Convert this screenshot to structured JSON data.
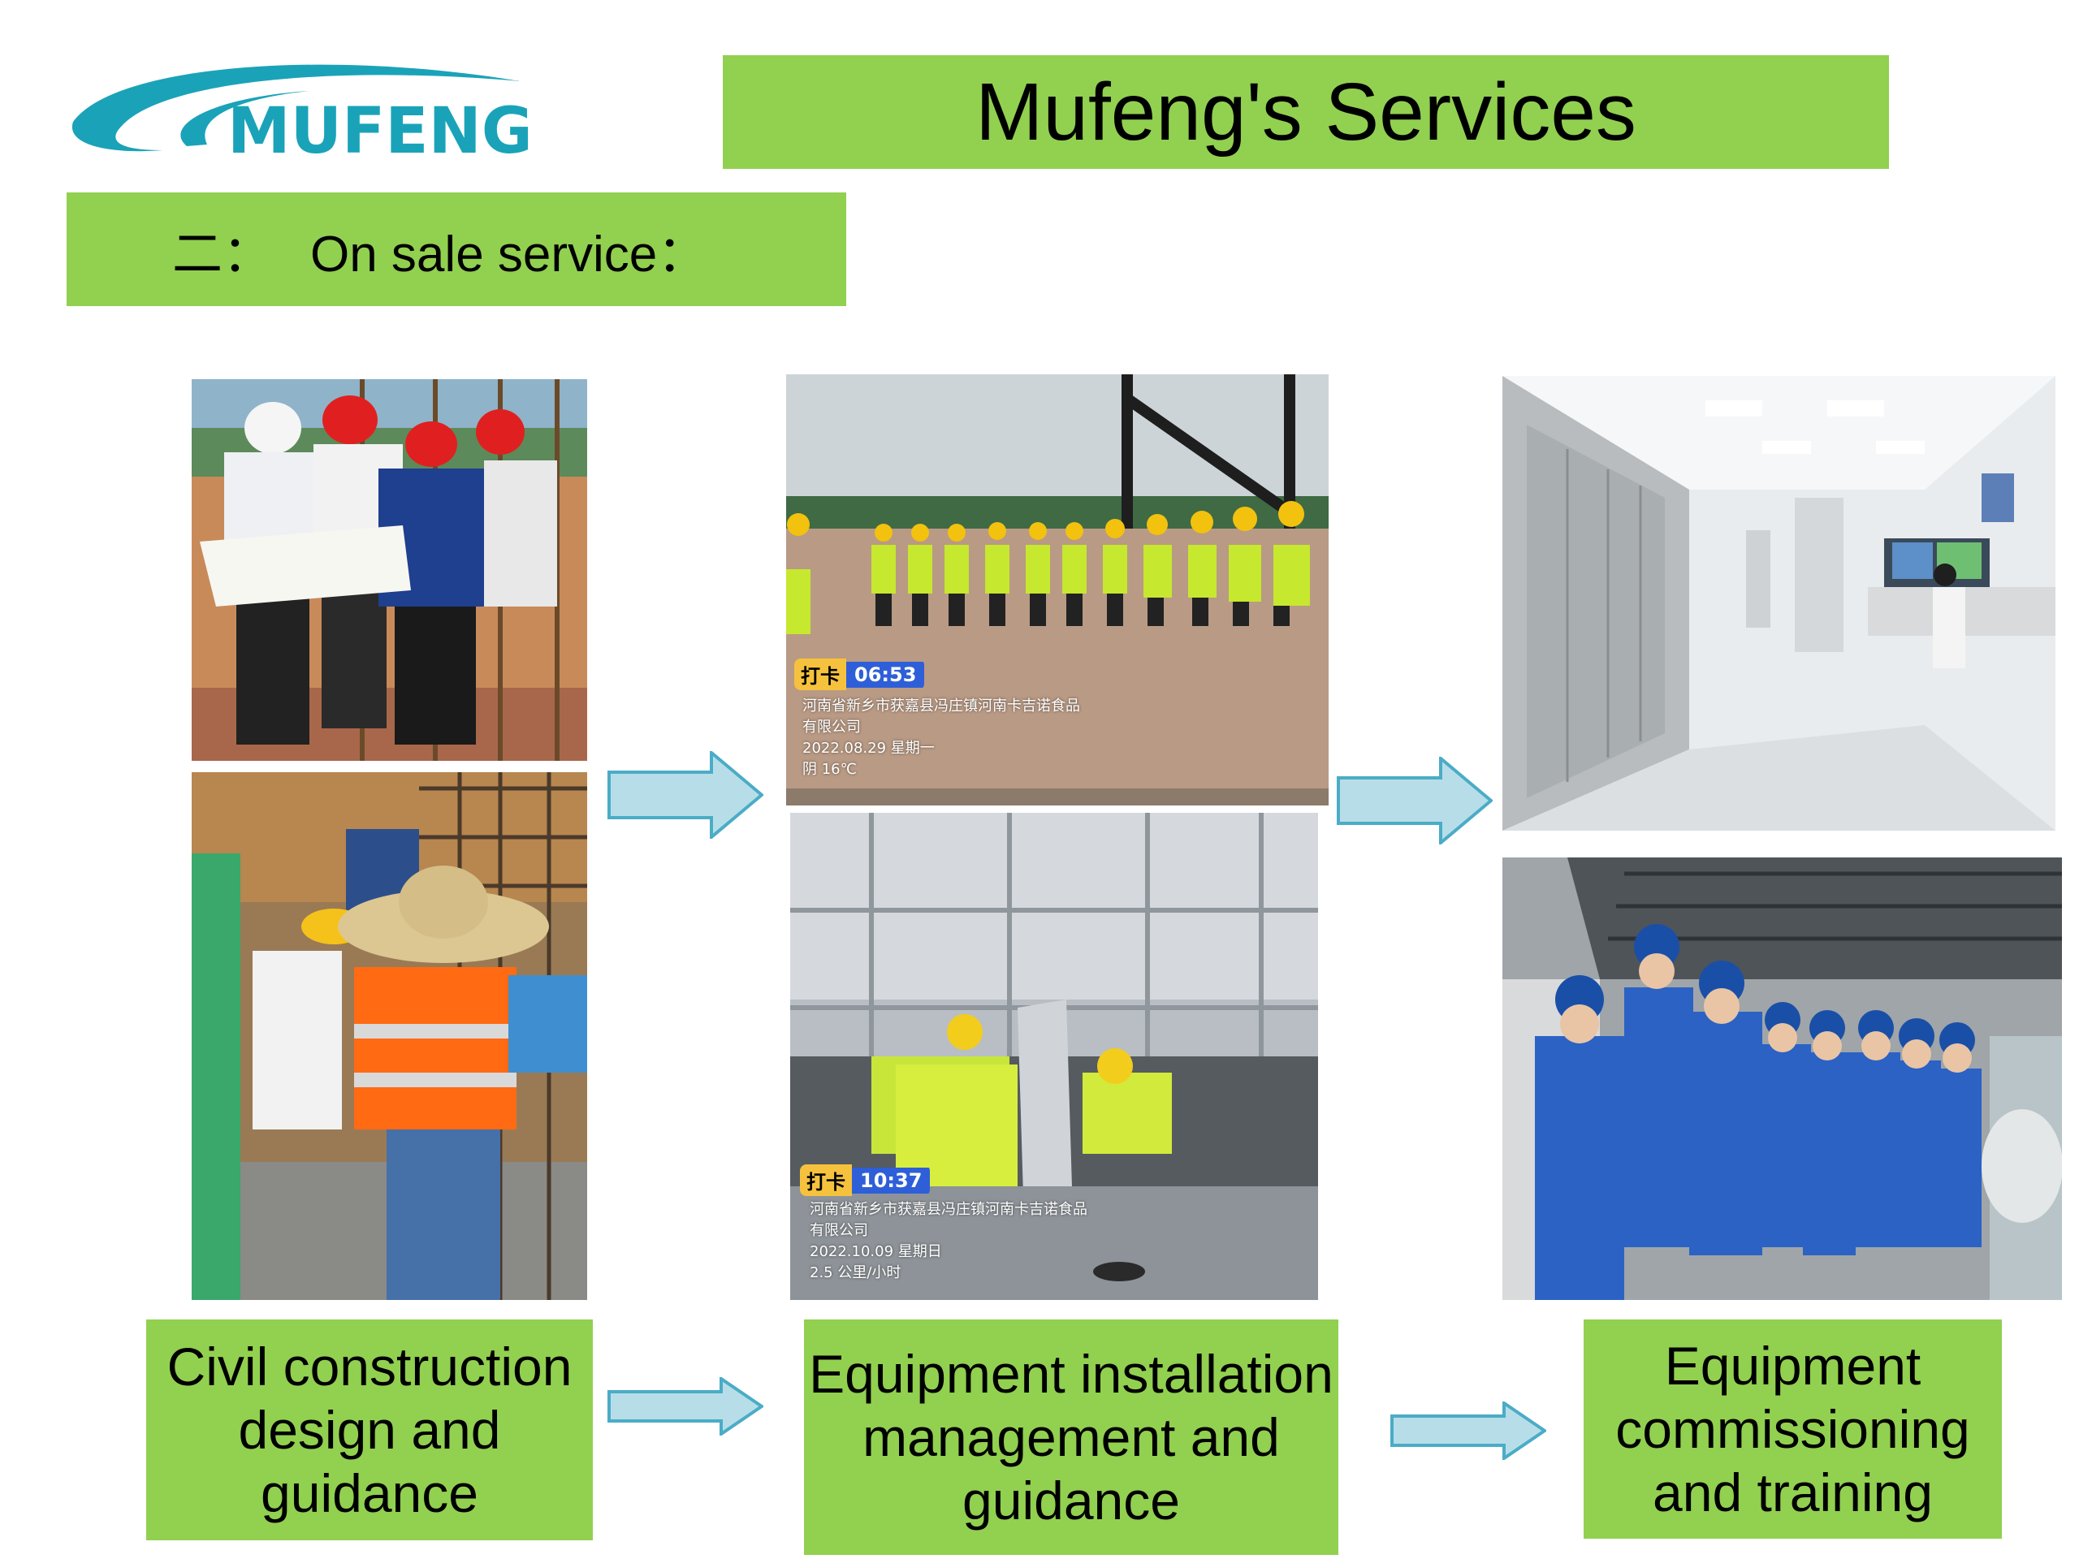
{
  "logo": {
    "text": "MUFENG",
    "color": "#1aa3b8"
  },
  "title": "Mufeng's Services",
  "subtitle": {
    "number": "二：",
    "text": "On sale service："
  },
  "colors": {
    "accent_green": "#92d050",
    "arrow_fill": "#b7dee8",
    "arrow_stroke": "#4bacc6"
  },
  "photos": {
    "p3": {
      "badge_tag": "打卡",
      "badge_time": "06:53",
      "line1": "河南省新乡市获嘉县冯庄镇河南卡吉诺食品",
      "line2": "有限公司",
      "line3": "2022.08.29 星期一",
      "line4": "阴 16℃"
    },
    "p4": {
      "badge_tag": "打卡",
      "badge_time": "10:37",
      "line1": "河南省新乡市获嘉县冯庄镇河南卡吉诺食品",
      "line2": "有限公司",
      "line3": "2022.10.09 星期日",
      "line4": "2.5 公里/小时"
    }
  },
  "captions": {
    "civil": "Civil construction design and guidance",
    "install": "Equipment installation management and guidance",
    "commission": "Equipment commissioning and training"
  }
}
